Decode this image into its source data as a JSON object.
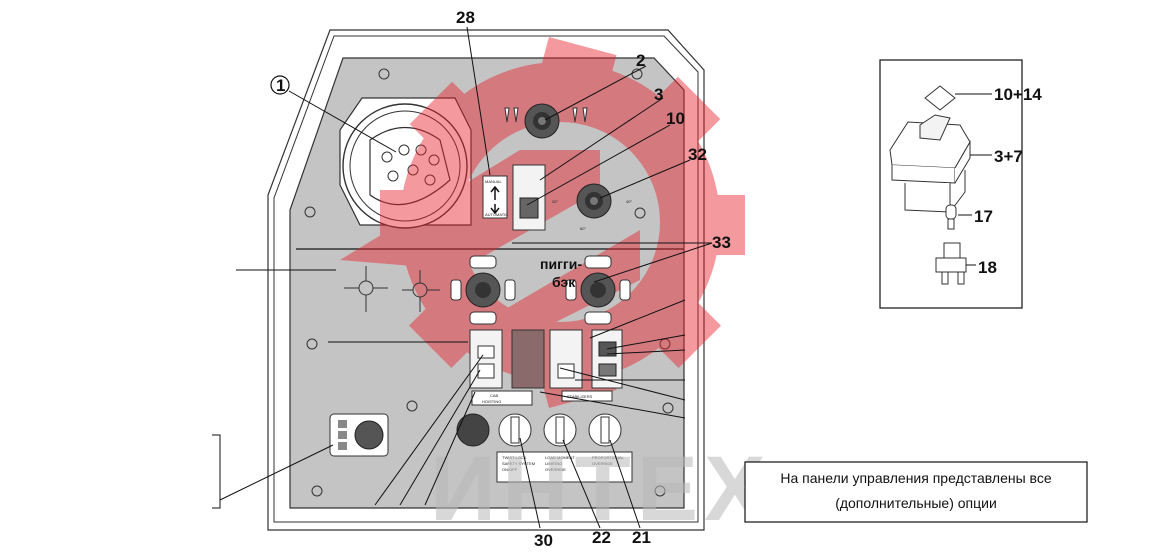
{
  "callouts": {
    "c1": "1",
    "c2": "2",
    "c3": "3",
    "c10": "10",
    "c21": "21",
    "c22": "22",
    "c28": "28",
    "c30": "30",
    "c32": "32",
    "c33": "33"
  },
  "inset_callouts": {
    "c10_14": "10+14",
    "c3_7": "3+7",
    "c17": "17",
    "c18": "18"
  },
  "overlay_label": [
    "пигги-",
    "бэк"
  ],
  "note_lines": [
    "На панели управления представлены все",
    "(дополнительные) опции"
  ],
  "panel_labels": {
    "manual": "MANUAL",
    "automatic": "AUTOMATIC",
    "cab_hoisting": [
      "CAB",
      "HOISTING"
    ],
    "stabilizers": "STABILIZERS",
    "load_label": "ON/OFF",
    "push_lock": [
      "TWIST LOCK",
      "SAFETY SYSTEM",
      "ON/OFF"
    ],
    "load_moment": [
      "LOAD MOMENT",
      "LIMITING",
      "OVERRIDE"
    ],
    "proportional": [
      "PROPORTIONAL",
      "OVERRIDE"
    ],
    "angle_20": "20°",
    "angle_40": "40°",
    "angle_60": "60°"
  },
  "watermark": "ИНТЕХ",
  "colors": {
    "panel_fill": "#c4c4c4",
    "watermark_red": "#e8202a",
    "knob": "#3b3b3b",
    "line": "#222222"
  }
}
